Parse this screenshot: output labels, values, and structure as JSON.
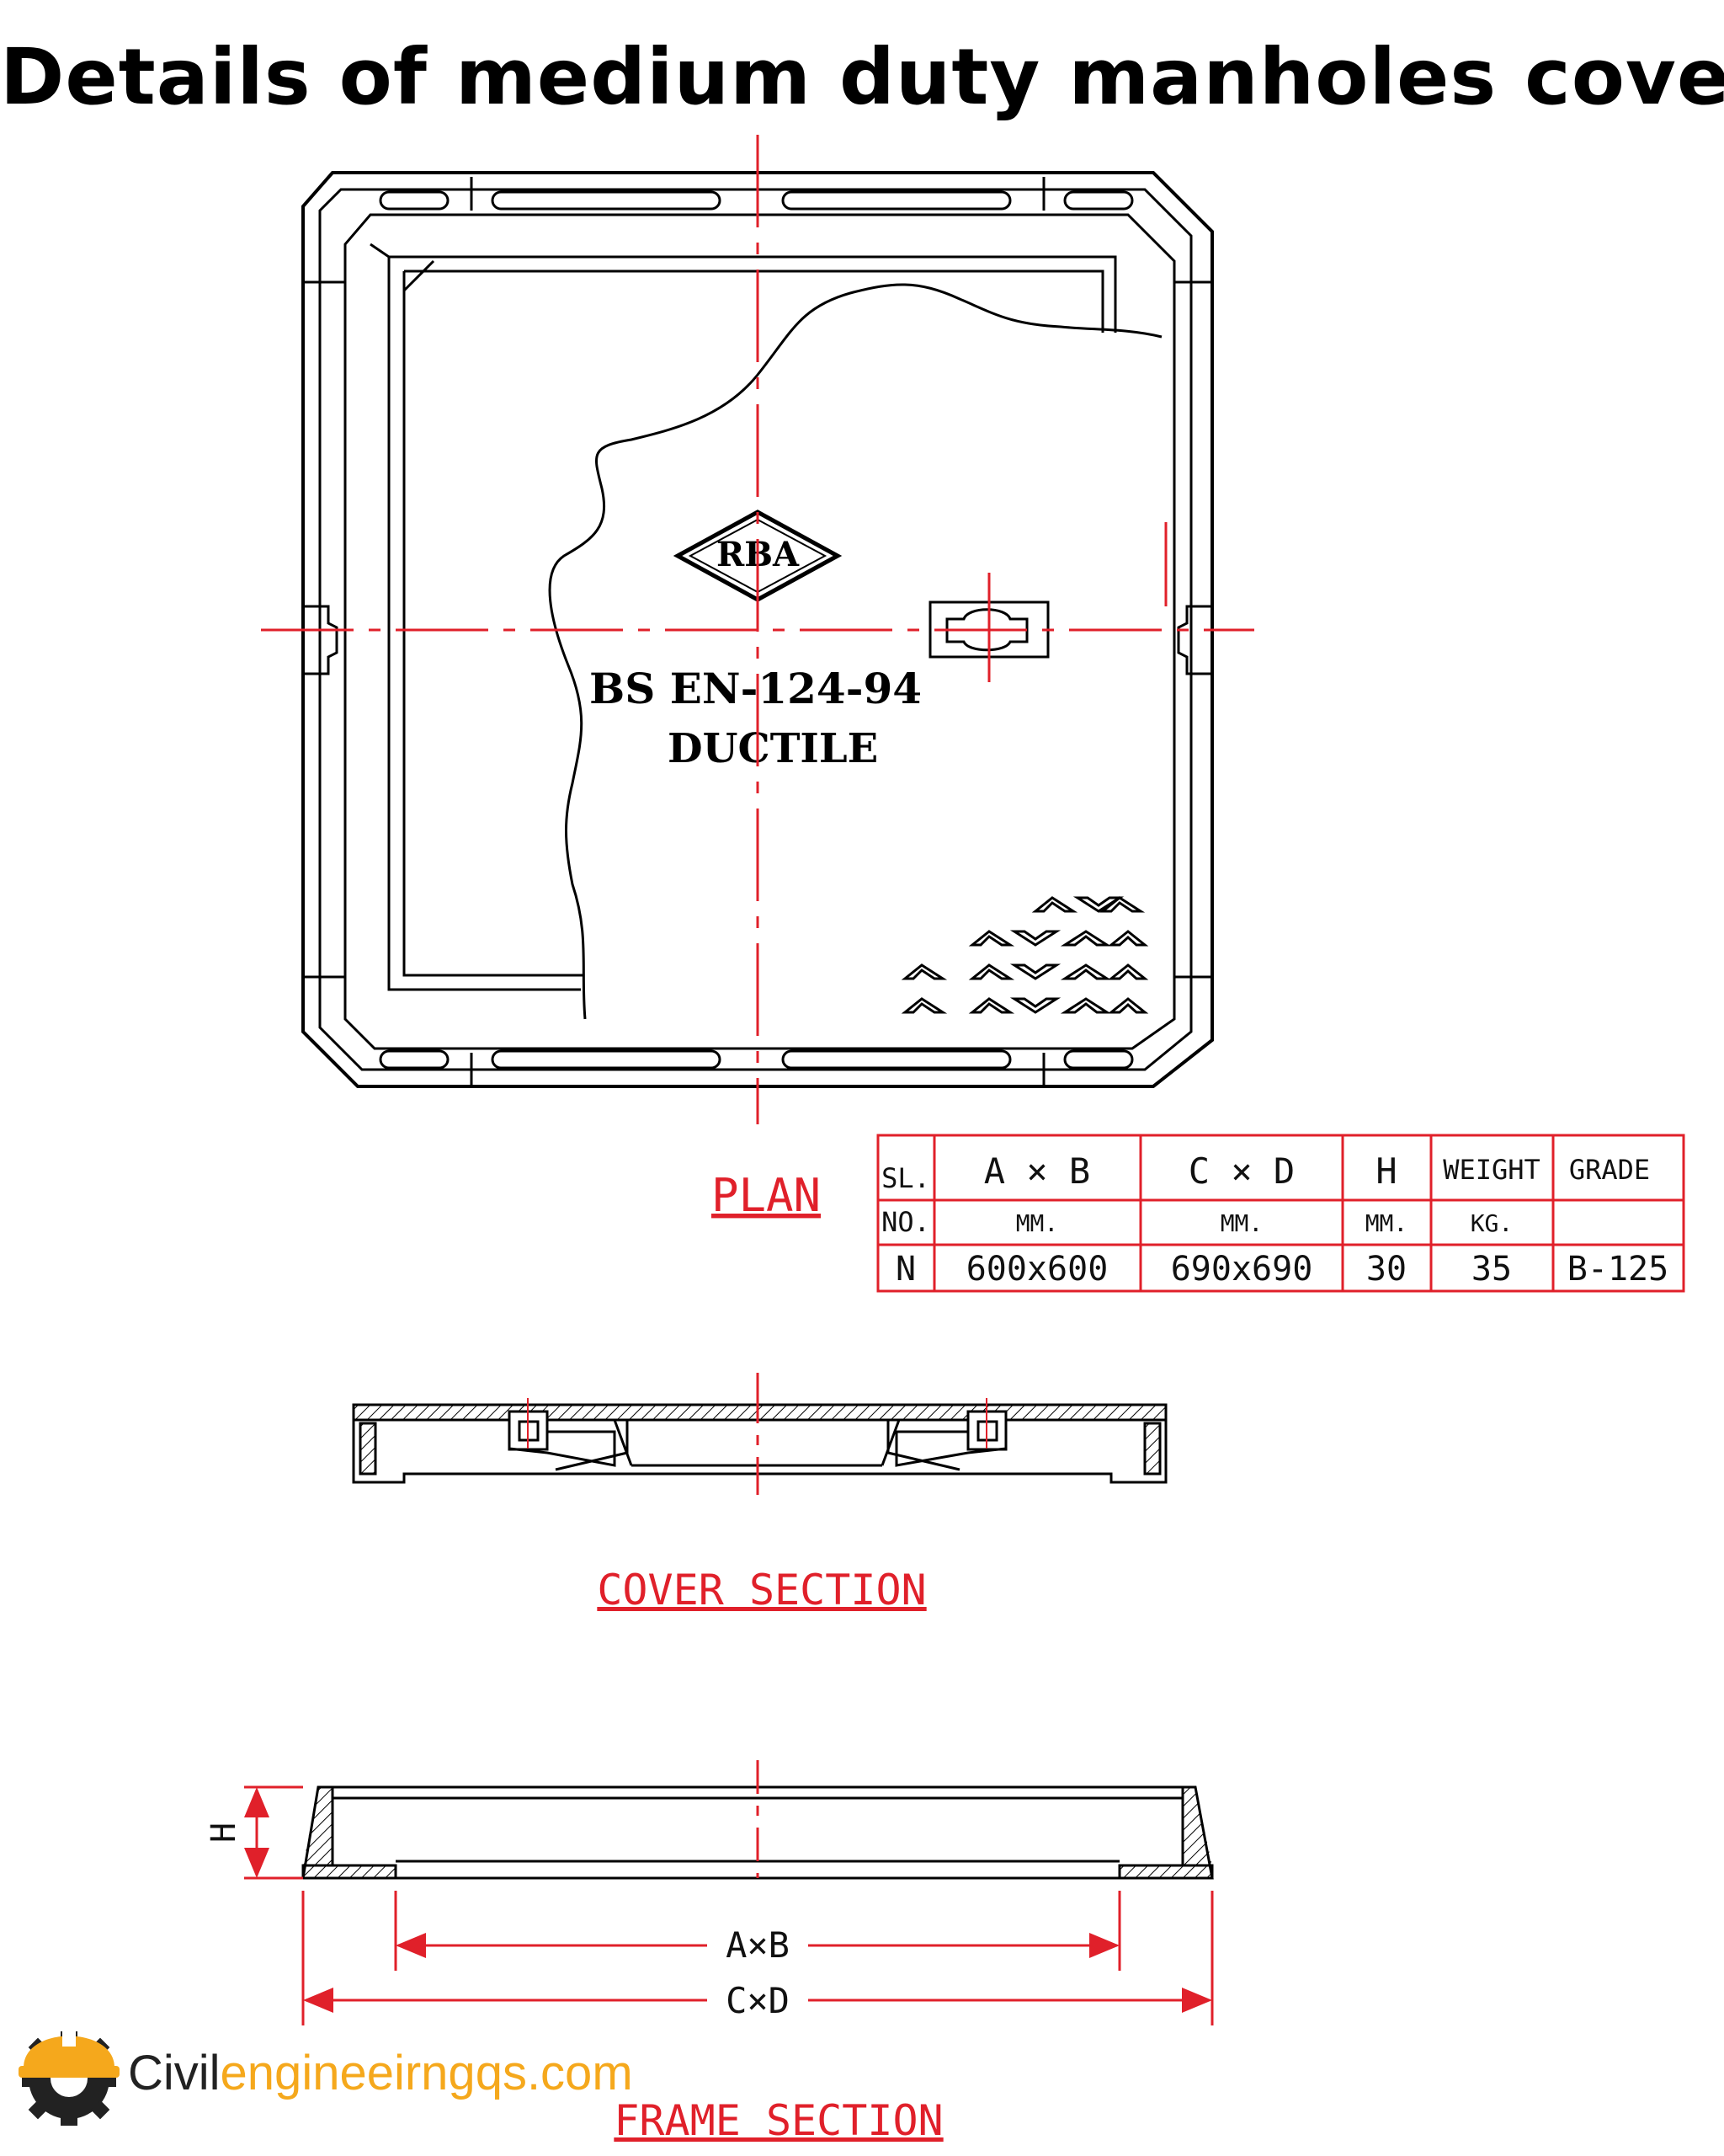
{
  "title": "Details of medium duty manholes cover",
  "plan": {
    "label": "PLAN",
    "logo_text": "RBA",
    "standard_text": "BS EN-124-94",
    "material_text": "DUCTILE"
  },
  "table": {
    "header_row1": [
      "SL.",
      "A × B",
      "C × D",
      "H",
      "WEIGHT",
      "GRADE"
    ],
    "header_row2": [
      "NO.",
      "MM.",
      "MM.",
      "MM.",
      "KG.",
      ""
    ],
    "rows": [
      [
        "N",
        "600x600",
        "690x690",
        "30",
        "35",
        "B-125"
      ]
    ]
  },
  "cover_section": {
    "label": "COVER SECTION"
  },
  "frame_section": {
    "label": "FRAME SECTION",
    "dim_h": "H",
    "dim_inner": "A×B",
    "dim_outer": "C×D"
  },
  "watermark": {
    "civil": "Civil",
    "rest": "engineeirngqs.com",
    "accent_color": "#f5a81c",
    "icon": "helmet-gear-icon"
  },
  "colors": {
    "drawing_line": "#000000",
    "center_line": "#e0202a"
  }
}
